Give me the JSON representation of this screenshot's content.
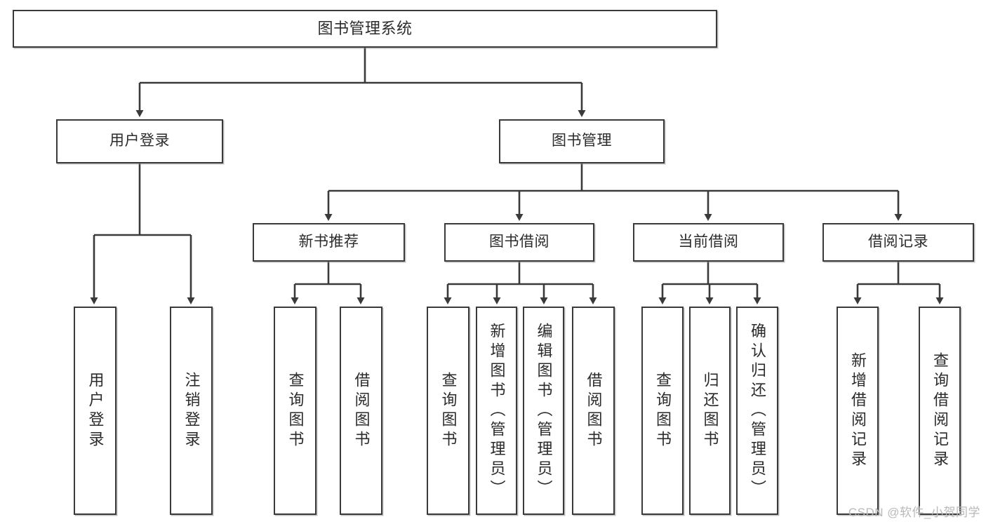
{
  "diagram": {
    "type": "hierarchy-tree",
    "title": "图书管理系统",
    "watermark": "CSDN @软件_小贺同学",
    "colors": {
      "box_border": "#3a3a3a",
      "box_fill": "#ffffff",
      "connector": "#3a3a3a",
      "text": "#2b2b2b",
      "watermark": "#b9b9b9"
    },
    "levels": {
      "root": "图书管理系统",
      "level2": [
        "用户登录",
        "图书管理"
      ],
      "level3": [
        "新书推荐",
        "图书借阅",
        "当前借阅",
        "借阅记录"
      ],
      "level4": [
        "用户登录",
        "注销登录",
        "查询图书",
        "借阅图书",
        "查询图书",
        "新增图书（管理员）",
        "编辑图书（管理员）",
        "借阅图书",
        "查询图书",
        "归还图书",
        "确认归还（管理员）",
        "新增借阅记录",
        "查询借阅记录"
      ]
    },
    "nodes": {
      "root": {
        "label": "图书管理系统"
      },
      "user_login": {
        "label": "用户登录"
      },
      "book_mgmt": {
        "label": "图书管理"
      },
      "new_book_rec": {
        "label": "新书推荐"
      },
      "book_borrow": {
        "label": "图书借阅"
      },
      "current_borrow": {
        "label": "当前借阅"
      },
      "borrow_record": {
        "label": "借阅记录"
      },
      "leaf_user_login": {
        "label": "用户登录"
      },
      "leaf_logout": {
        "label": "注销登录"
      },
      "leaf_query_book_a": {
        "label": "查询图书"
      },
      "leaf_borrow_book_a": {
        "label": "借阅图书"
      },
      "leaf_query_book_b": {
        "label": "查询图书"
      },
      "leaf_add_book": {
        "label": "新增图书（管理员）"
      },
      "leaf_edit_book": {
        "label": "编辑图书（管理员）"
      },
      "leaf_borrow_book_b": {
        "label": "借阅图书"
      },
      "leaf_query_book_c": {
        "label": "查询图书"
      },
      "leaf_return_book": {
        "label": "归还图书"
      },
      "leaf_confirm_return": {
        "label": "确认归还（管理员）"
      },
      "leaf_add_record": {
        "label": "新增借阅记录"
      },
      "leaf_query_record": {
        "label": "查询借阅记录"
      }
    },
    "edges": [
      {
        "from": "root",
        "to": "user_login"
      },
      {
        "from": "root",
        "to": "book_mgmt"
      },
      {
        "from": "user_login",
        "to": "leaf_user_login"
      },
      {
        "from": "user_login",
        "to": "leaf_logout"
      },
      {
        "from": "book_mgmt",
        "to": "new_book_rec"
      },
      {
        "from": "book_mgmt",
        "to": "book_borrow"
      },
      {
        "from": "book_mgmt",
        "to": "current_borrow"
      },
      {
        "from": "book_mgmt",
        "to": "borrow_record"
      },
      {
        "from": "new_book_rec",
        "to": "leaf_query_book_a"
      },
      {
        "from": "new_book_rec",
        "to": "leaf_borrow_book_a"
      },
      {
        "from": "book_borrow",
        "to": "leaf_query_book_b"
      },
      {
        "from": "book_borrow",
        "to": "leaf_add_book"
      },
      {
        "from": "book_borrow",
        "to": "leaf_edit_book"
      },
      {
        "from": "book_borrow",
        "to": "leaf_borrow_book_b"
      },
      {
        "from": "current_borrow",
        "to": "leaf_query_book_c"
      },
      {
        "from": "current_borrow",
        "to": "leaf_return_book"
      },
      {
        "from": "current_borrow",
        "to": "leaf_confirm_return"
      },
      {
        "from": "borrow_record",
        "to": "leaf_add_record"
      },
      {
        "from": "borrow_record",
        "to": "leaf_query_record"
      }
    ]
  }
}
